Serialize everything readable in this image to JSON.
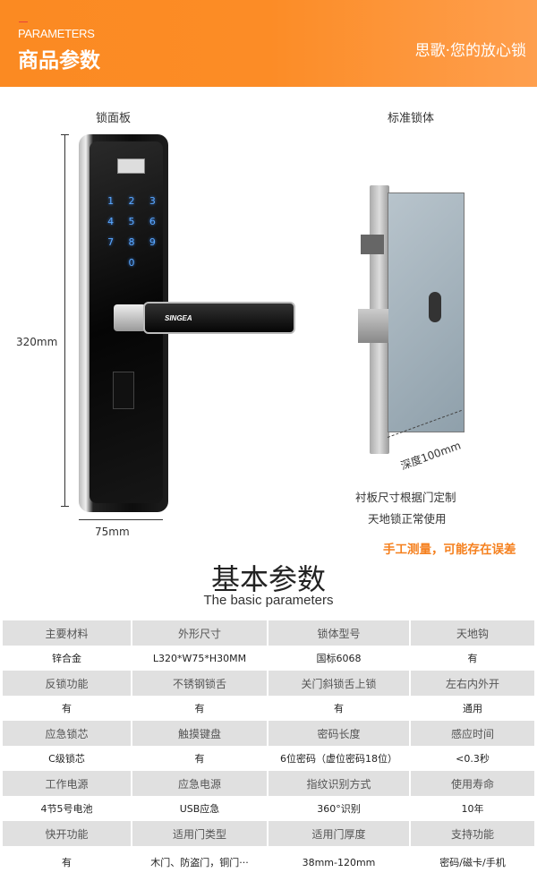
{
  "header": {
    "subtitle_en": "PARAMETERS",
    "title": "商品参数",
    "slogan": "思歌·您的放心锁"
  },
  "product": {
    "panel_label": "锁面板",
    "body_label": "标准锁体",
    "height_dim": "320mm",
    "width_dim": "75mm",
    "depth_dim": "深度100mm",
    "brand": "SINGEA",
    "note1": "衬板尺寸根据门定制",
    "note2": "天地锁正常使用",
    "warning": "手工测量，可能存在误差",
    "keypad": [
      "1",
      "2",
      "3",
      "4",
      "5",
      "6",
      "7",
      "8",
      "9",
      "",
      "0",
      ""
    ]
  },
  "section": {
    "title": "基本参数",
    "subtitle": "The basic parameters"
  },
  "specs": [
    {
      "headers": [
        "主要材料",
        "外形尺寸",
        "锁体型号",
        "天地钩"
      ],
      "values": [
        "锌合金",
        "L320*W75*H30MM",
        "国标6068",
        "有"
      ]
    },
    {
      "headers": [
        "反锁功能",
        "不锈钢锁舌",
        "关门斜锁舌上锁",
        "左右内外开"
      ],
      "values": [
        "有",
        "有",
        "有",
        "通用"
      ]
    },
    {
      "headers": [
        "应急锁芯",
        "触摸键盘",
        "密码长度",
        "感应时间"
      ],
      "values": [
        "C级锁芯",
        "有",
        "6位密码（虚位密码18位）",
        "<0.3秒"
      ]
    },
    {
      "headers": [
        "工作电源",
        "应急电源",
        "指纹识别方式",
        "使用寿命"
      ],
      "values": [
        "4节5号电池",
        "USB应急",
        "360°识别",
        "10年"
      ]
    },
    {
      "headers": [
        "快开功能",
        "适用门类型",
        "适用门厚度",
        "支持功能"
      ],
      "values": [
        "有",
        "木门、防盗门，铜门···",
        "38mm-120mm",
        "密码/磁卡/手机"
      ]
    }
  ],
  "colors": {
    "header": "#fb8a22",
    "warning": "#f5801e",
    "table_header": "#e0e0e0"
  }
}
